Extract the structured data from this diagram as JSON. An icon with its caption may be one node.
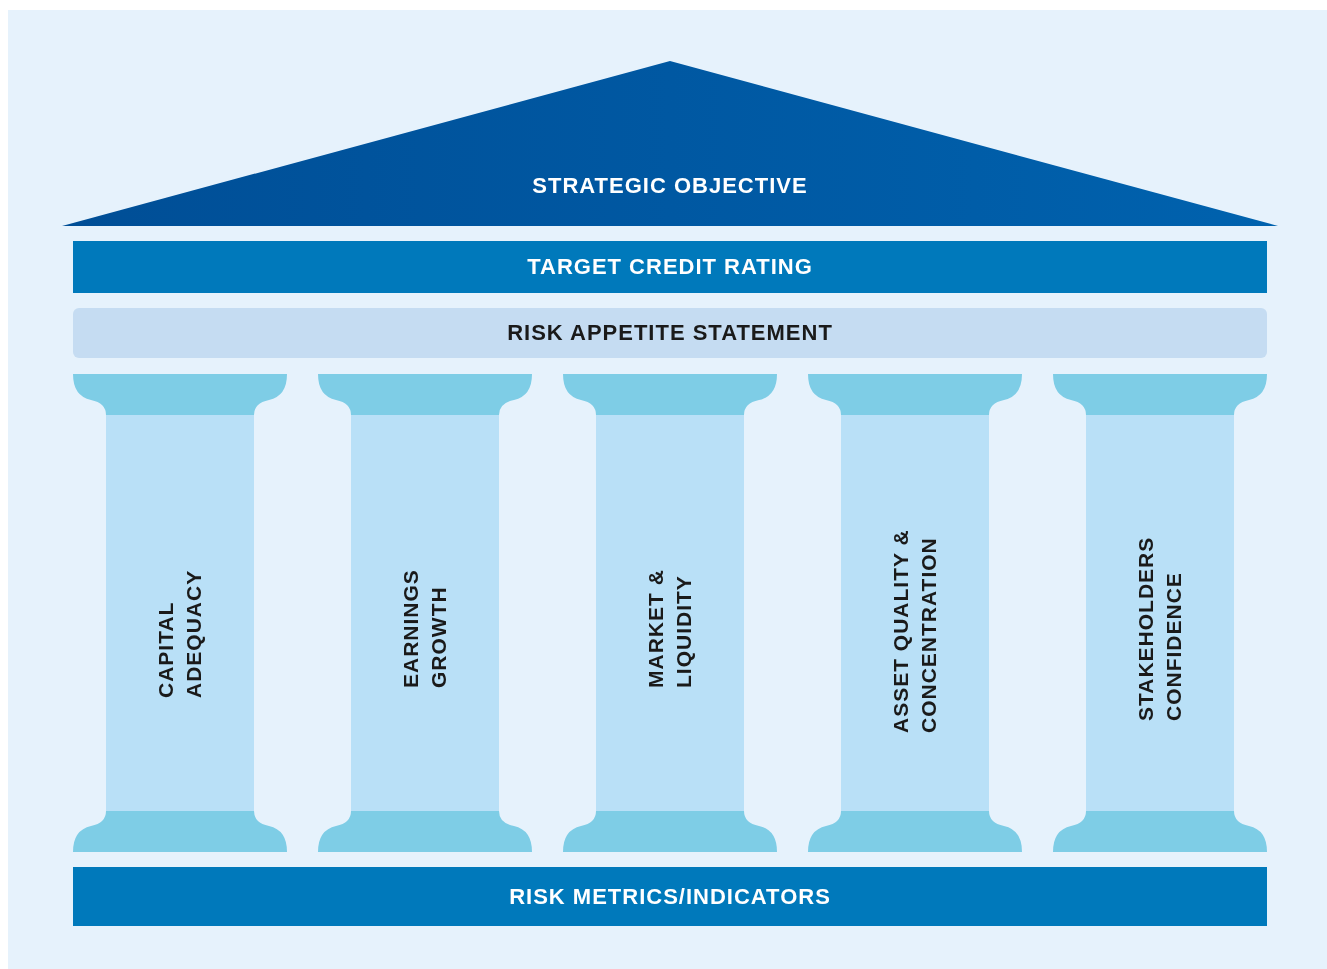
{
  "diagram": {
    "nodes": [
      {
        "text": [
          "STRATEGIC OBJECTIVE"
        ]
      },
      {
        "text": [
          "TARGET CREDIT RATING"
        ]
      },
      {
        "text": [
          "RISK APPETITE STATEMENT"
        ]
      },
      {
        "text": [
          "CAPITAL ADEQUACY"
        ]
      },
      {
        "text": [
          "EARNINGS GROWTH"
        ]
      },
      {
        "text": [
          "MARKET & LIQUIDITY"
        ]
      },
      {
        "text": [
          "ASSET QUALITY & CONCENTRATION"
        ]
      },
      {
        "text": [
          "STAKEHOLDERS CONFIDENCE"
        ]
      },
      {
        "text": [
          "RISK METRICS/INDICATORS"
        ]
      }
    ],
    "edges": []
  }
}
